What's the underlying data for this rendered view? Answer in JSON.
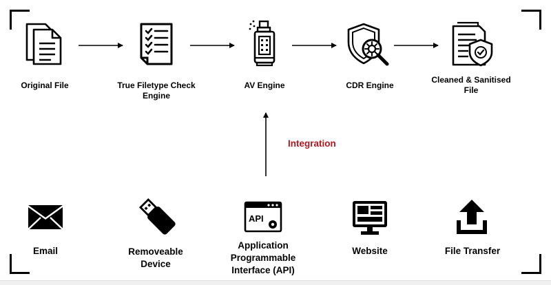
{
  "pipeline": {
    "steps": [
      {
        "label": "Original File",
        "icon": "document-icon"
      },
      {
        "label": "True Filetype Check\nEngine",
        "icon": "checklist-icon"
      },
      {
        "label": "AV Engine",
        "icon": "spray-bottle-icon"
      },
      {
        "label": "CDR Engine",
        "icon": "shield-magnifier-icon"
      },
      {
        "label": "Cleaned & Sanitised\nFile",
        "icon": "document-shield-check-icon"
      }
    ]
  },
  "integration_label": "Integration",
  "sources": [
    {
      "label": "Email",
      "icon": "envelope-icon"
    },
    {
      "label": "Removeable\nDevice",
      "icon": "usb-drive-icon"
    },
    {
      "label": "Application\nProgrammable\nInterface (API)",
      "icon": "api-window-icon",
      "icon_text": "API"
    },
    {
      "label": "Website",
      "icon": "monitor-icon"
    },
    {
      "label": "File Transfer",
      "icon": "upload-icon"
    }
  ]
}
